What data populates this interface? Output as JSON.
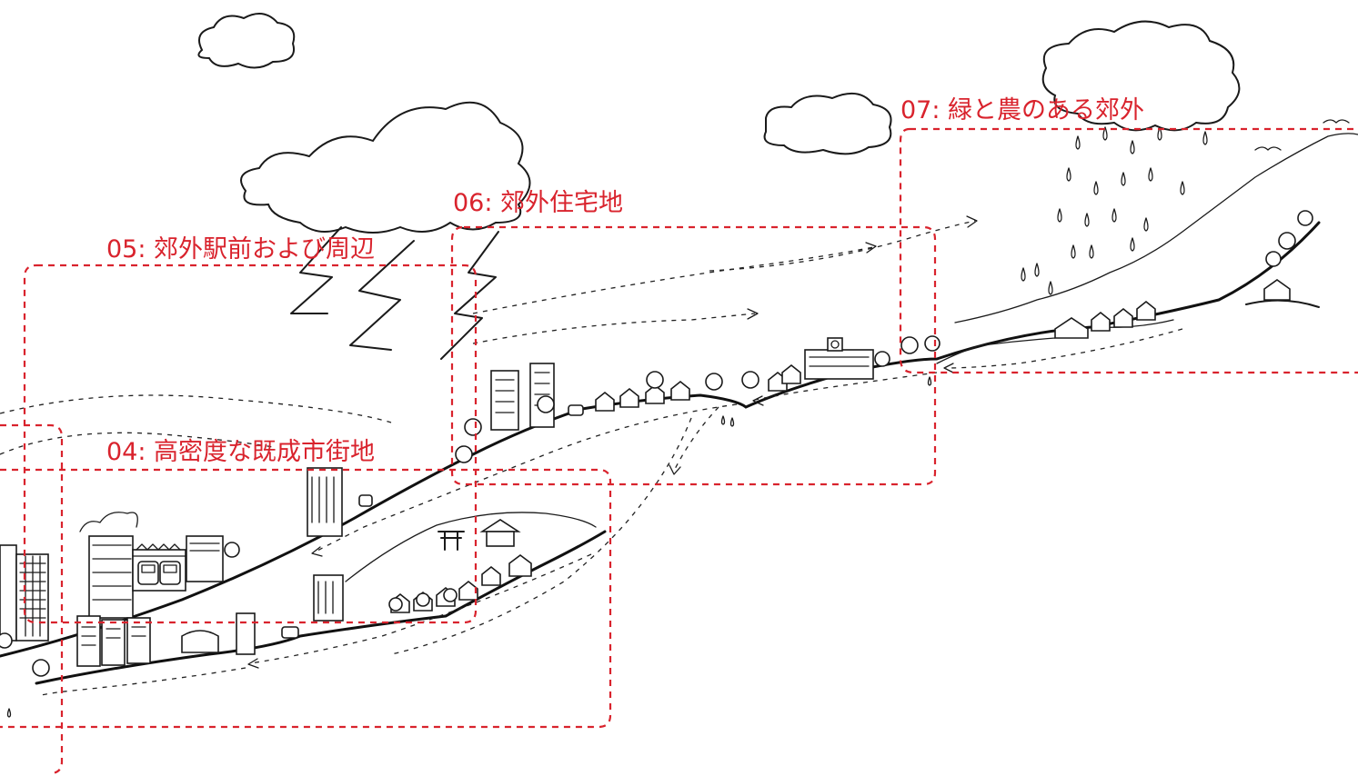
{
  "zones": [
    {
      "id": "04",
      "label": "04: 高密度な既成市街地"
    },
    {
      "id": "05",
      "label": "05: 郊外駅前および周辺"
    },
    {
      "id": "06",
      "label": "06: 郊外住宅地"
    },
    {
      "id": "07",
      "label": "07: 緑と農のある郊外"
    }
  ],
  "colors": {
    "zone_outline": "#d9232d",
    "label_text": "#d9232d",
    "ink": "#1a1a1a",
    "background": "#ffffff"
  },
  "icons": [
    "cloud-icon",
    "lightning-icon",
    "raindrop-icon",
    "bird-icon",
    "tree-icon",
    "house-icon",
    "building-icon",
    "train-icon",
    "car-icon",
    "torii-icon",
    "shrine-icon",
    "arrow-icon"
  ]
}
